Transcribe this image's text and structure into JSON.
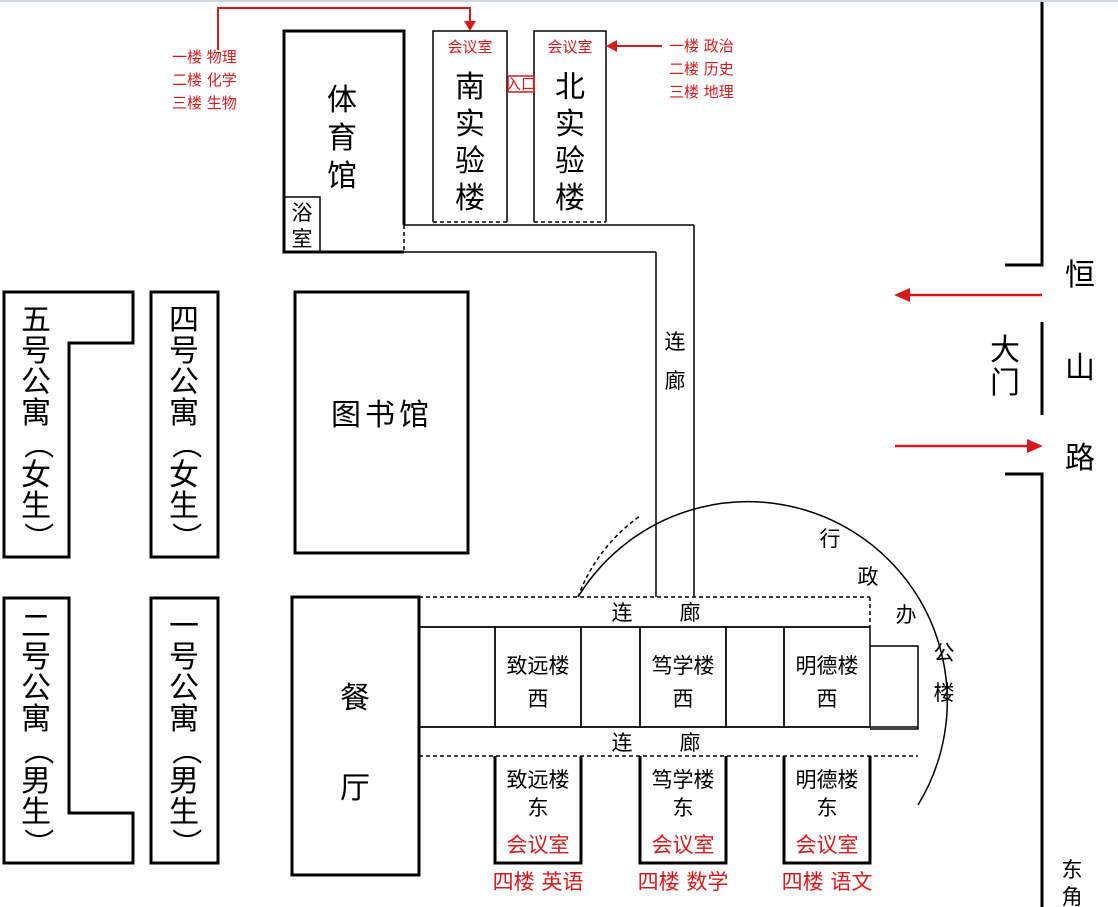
{
  "colors": {
    "line": "#000000",
    "accent": "#d7191c",
    "background": "#ffffff"
  },
  "buildings": {
    "gym": "体育馆",
    "bathroom": "浴室",
    "south_lab": "南实验楼",
    "north_lab": "北实验楼",
    "entrance": "入口",
    "library": "图书馆",
    "dorm5": "五号公寓（女生）",
    "dorm4": "四号公寓（女生）",
    "dorm2": "二号公寓（男生）",
    "dorm1": "一号公寓（男生）",
    "canteen": "餐厅",
    "admin": "行政办公楼",
    "zhiyuan_w": "致远楼西",
    "duxue_w": "笃学楼西",
    "mingde_w": "明德楼西",
    "zhiyuan_e": "致远楼东",
    "duxue_e": "笃学楼东",
    "mingde_e": "明德楼东"
  },
  "corridors": {
    "vertical": "连廊",
    "upper": "连廊",
    "lower": "连廊"
  },
  "meeting_rooms": {
    "south_lab": "会议室",
    "north_lab": "会议室",
    "zhiyuan": "会议室",
    "duxue": "会议室",
    "mingde": "会议室"
  },
  "floor_notes": {
    "south_lab": [
      "一楼  物理",
      "二楼  化学",
      "三楼  生物"
    ],
    "north_lab": [
      "一楼  政治",
      "二楼  历史",
      "三楼  地理"
    ],
    "zhiyuan": "四楼 英语",
    "duxue": "四楼 数学",
    "mingde": "四楼 语文"
  },
  "roads": {
    "east_road": "恒山路",
    "gate": "大门",
    "corner": "东角"
  }
}
